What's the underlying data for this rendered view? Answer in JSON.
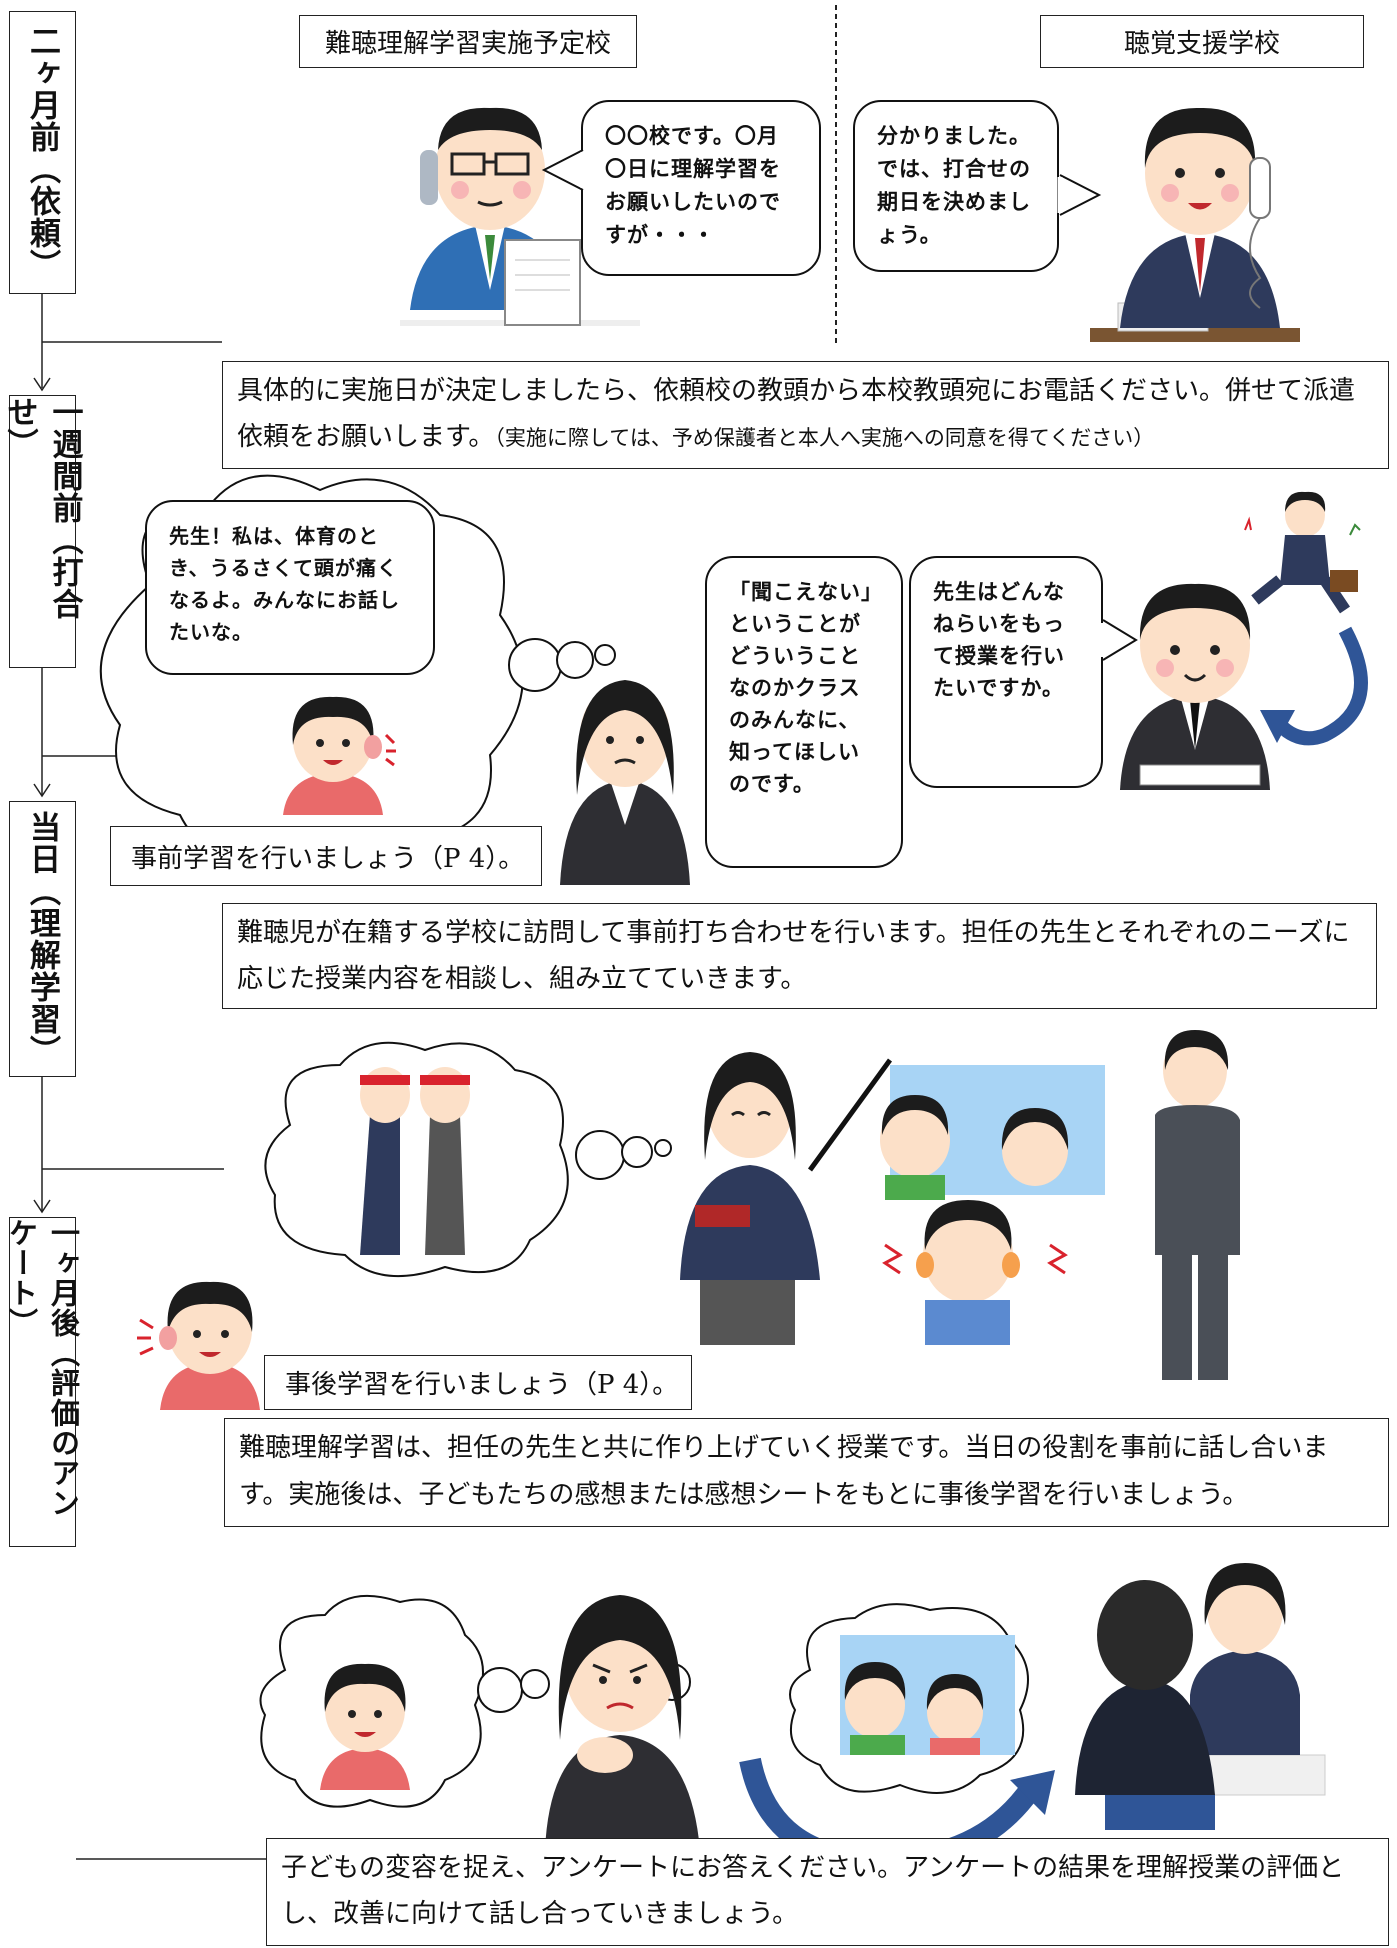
{
  "stages": [
    {
      "label": "二ヶ月前（依頼）"
    },
    {
      "label": "一週間前（打合せ）"
    },
    {
      "label": "当日（理解学習）"
    },
    {
      "label": "一ヶ月後（評価のアンケート）"
    }
  ],
  "headers": {
    "left": "難聴理解学習実施予定校",
    "right": "聴覚支援学校"
  },
  "bubbles": {
    "request_school": "〇〇校です。〇月〇日に理解学習をお願いしたいのですが・・・",
    "support_school": "分かりました。では、打合せの期日を決めましょう。",
    "child": "先生！私は、体育のとき、うるさくて頭が痛くなるよ。みんなにお話したいな。",
    "homeroom_teacher": "「聞こえない」ということがどういうことなのかクラスのみんなに、知ってほしいのです。",
    "visiting_teacher": "先生はどんなねらいをもって授業を行いたいですか。"
  },
  "notes": {
    "note1_main": "具体的に実施日が決定しましたら、依頼校の教頭から本校教頭宛にお電話ください。併せて派遣依頼をお願いします。",
    "note1_small": "（実施に際しては、予め保護者と本人へ実施への同意を得てください）",
    "note2": "難聴児が在籍する学校に訪問して事前打ち合わせを行います。担任の先生とそれぞれのニーズに応じた授業内容を相談し、組み立てていきます。",
    "note3": "難聴理解学習は、担任の先生と共に作り上げていく授業です。当日の役割を事前に話し合います。実施後は、子どもたちの感想または感想シートをもとに事後学習を行いましょう。",
    "note4": "子どもの変容を捉え、アンケートにお答えください。アンケートの結果を理解授業の評価とし、改善に向けて話し合っていきましょう。"
  },
  "labels": {
    "pre_learning": "事前学習を行いましょう（P 4）。",
    "post_learning": "事後学習を行いましょう（P 4）。"
  },
  "colors": {
    "suit": "#2e3a5c",
    "skin": "#fce0c8",
    "hair": "#1c1c1c",
    "arrow": "#2f5597",
    "child_shirt": "#e96a6a"
  }
}
